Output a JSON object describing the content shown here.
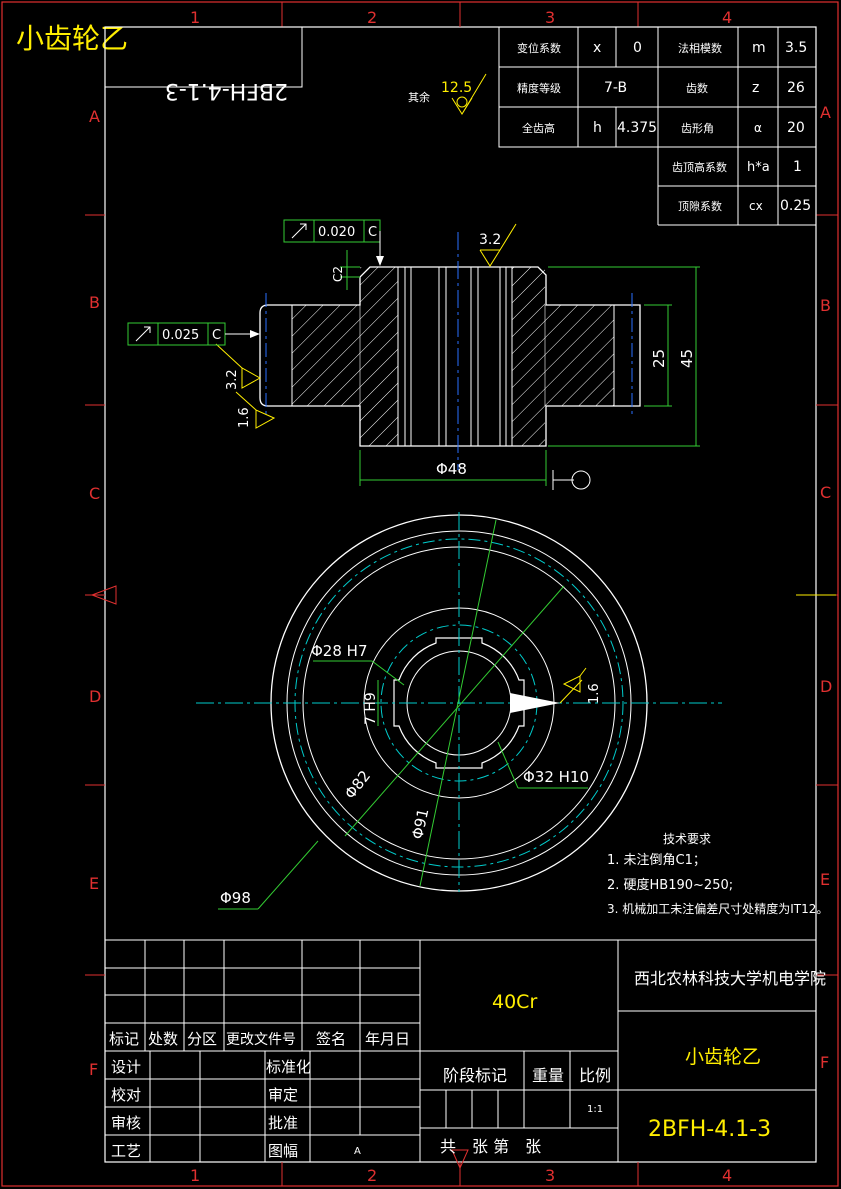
{
  "title_corner": "小齿轮乙",
  "mirrored_code": "2BFH-4.1-3",
  "grid": {
    "cols": [
      "1",
      "2",
      "3",
      "4"
    ],
    "rows": [
      "A",
      "B",
      "C",
      "D",
      "E",
      "F"
    ]
  },
  "params": {
    "r1": {
      "label": "变位系数",
      "sym": "x",
      "val": "0",
      "label2": "法相模数",
      "sym2": "m",
      "val2": "3.5"
    },
    "r2": {
      "label": "精度等级",
      "val": "7-B",
      "label2": "齿数",
      "sym2": "z",
      "val2": "26"
    },
    "r3": {
      "label": "全齿高",
      "sym": "h",
      "val": "4.375",
      "label2": "齿形角",
      "sym2": "α",
      "val2": "20"
    },
    "r4": {
      "label2": "齿顶高系数",
      "sym2": "h*a",
      "val2": "1"
    },
    "r5": {
      "label2": "顶隙系数",
      "sym2": "cx",
      "val2": "0.25"
    }
  },
  "roughness": {
    "rest_label": "其余",
    "rest_value": "12.5",
    "top": "3.2",
    "left1": "3.2",
    "left2": "1.6",
    "bore": "1.6"
  },
  "tolerances": {
    "t1": "0.020",
    "t1_ref": "C",
    "t2": "0.025",
    "t2_ref": "C"
  },
  "dims": {
    "chamfer": "C2",
    "d25": "25",
    "d45": "45",
    "d48": "Φ48",
    "d28": "Φ28 H7",
    "key7": "7 H9",
    "d32": "Φ32 H10",
    "d82": "Φ82",
    "d91": "Φ91",
    "d98": "Φ98"
  },
  "notes": {
    "title": "技术要求",
    "items": [
      "1. 未注倒角C1；",
      "2. 硬度HB190~250;",
      "3. 机械加工未注偏差尺寸处精度为IT12。"
    ]
  },
  "title_block": {
    "material": "40Cr",
    "school": "西北农林科技大学机电学院",
    "part_name": "小齿轮乙",
    "drawing_no": "2BFH-4.1-3",
    "headers": [
      "标记",
      "处数",
      "分区",
      "更改文件号",
      "签名",
      "年月日"
    ],
    "left_labels": [
      "设计",
      "校对",
      "审核",
      "工艺"
    ],
    "mid_labels": [
      "标准化",
      "审定",
      "批准",
      "图幅"
    ],
    "format": "A",
    "stage": "阶段标记",
    "weight": "重量",
    "scale_lbl": "比例",
    "scale": "1:1",
    "sheets": "共　张 第　张"
  }
}
